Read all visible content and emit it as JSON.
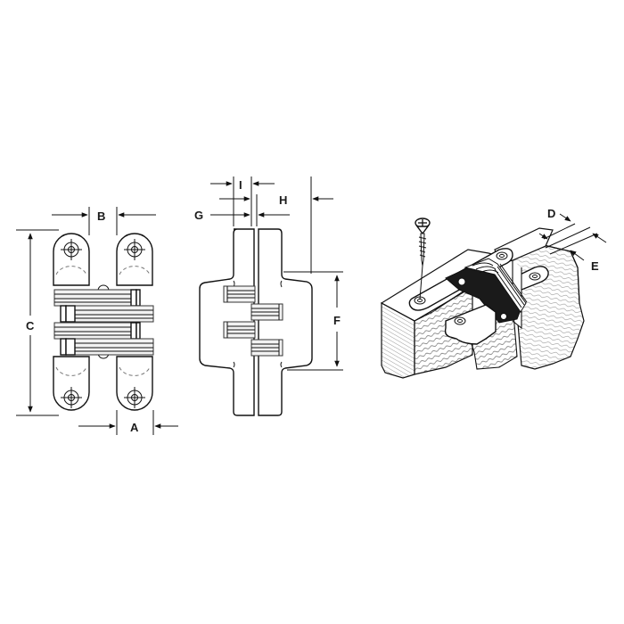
{
  "diagram": {
    "title": "Concealed invisible hinge dimension drawing",
    "views": [
      {
        "id": "front-view",
        "description": "Front view of hinge with two rounded mounting plates and interlocking link arms"
      },
      {
        "id": "side-view",
        "description": "Side profile of hinge showing body and link section"
      },
      {
        "id": "installed-view",
        "description": "Isometric illustration of hinge mortised into two wooden members with a screw"
      }
    ],
    "dimension_labels": {
      "A": "A",
      "B": "B",
      "C": "C",
      "D": "D",
      "E": "E",
      "F": "F",
      "G": "G",
      "H": "H",
      "I": "I"
    },
    "colors": {
      "line": "#111111",
      "background": "#ffffff",
      "label": "#1a1a1a"
    }
  }
}
